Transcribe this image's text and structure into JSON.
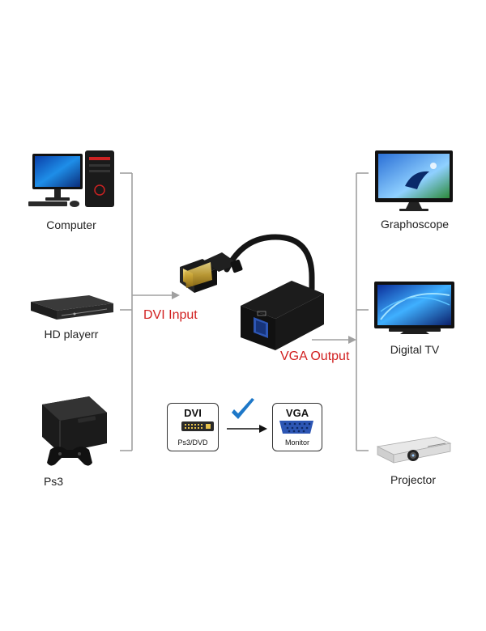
{
  "sources": [
    {
      "label": "Computer",
      "icon": "computer-icon"
    },
    {
      "label": "HD playerr",
      "icon": "hd-player-icon"
    },
    {
      "label": "Ps3",
      "icon": "ps3-console-icon"
    }
  ],
  "outputs": [
    {
      "label": "Graphoscope",
      "icon": "monitor-icon"
    },
    {
      "label": "Digital  TV",
      "icon": "tv-icon"
    },
    {
      "label": "Projector",
      "icon": "projector-icon"
    }
  ],
  "adapter": {
    "input_label": "DVI Input",
    "output_label": "VGA Output"
  },
  "conversion": {
    "from_title": "DVI",
    "from_sub": "Ps3/DVD",
    "to_title": "VGA",
    "to_sub": "Monitor"
  },
  "colors": {
    "accent_red": "#d11f1f",
    "check_blue": "#1e78c8",
    "vga_blue": "#2d56b4",
    "line_gray": "#a0a0a0"
  }
}
